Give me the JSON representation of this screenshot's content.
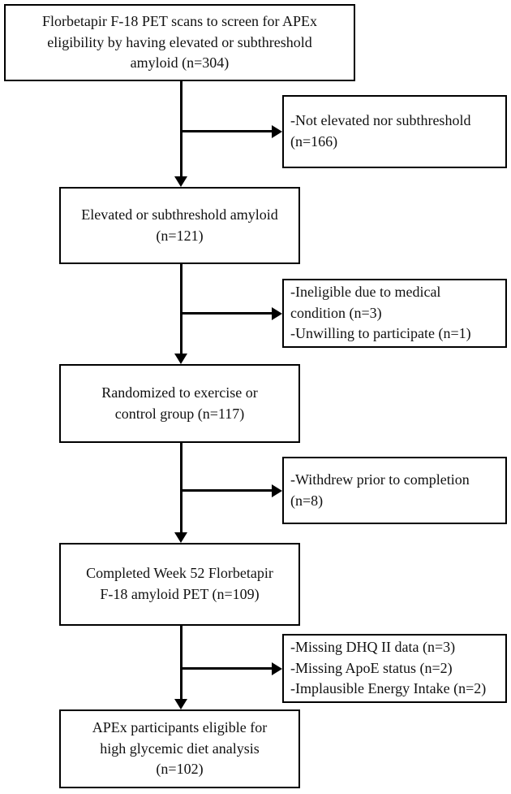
{
  "diagram": {
    "type": "flowchart",
    "ink_color": "#000000",
    "background_color": "#ffffff",
    "nodes": {
      "screening": {
        "n": 304,
        "lines": [
          "Florbetapir F-18 PET scans to screen for APEx",
          "eligibility by having elevated or subthreshold",
          "amyloid (n=304)"
        ]
      },
      "excl_not_elevated": {
        "n": 166,
        "lines": [
          "-Not elevated nor subthreshold",
          "(n=166)"
        ]
      },
      "elevated": {
        "n": 121,
        "lines": [
          "Elevated or subthreshold amyloid",
          "(n=121)"
        ]
      },
      "excl_ineligible": {
        "lines": [
          "-Ineligible due to medical",
          "condition (n=3)",
          "-Unwilling to participate (n=1)"
        ]
      },
      "randomized": {
        "n": 117,
        "lines": [
          "Randomized to exercise or",
          "control group (n=117)"
        ]
      },
      "excl_withdrew": {
        "n": 8,
        "lines": [
          "-Withdrew prior to completion",
          "(n=8)"
        ]
      },
      "completed": {
        "n": 109,
        "lines": [
          "Completed Week 52 Florbetapir",
          "F-18 amyloid PET (n=109)"
        ]
      },
      "excl_missing": {
        "lines": [
          "-Missing DHQ II data (n=3)",
          "-Missing ApoE status (n=2)",
          "-Implausible Energy Intake (n=2)"
        ]
      },
      "eligible": {
        "n": 102,
        "lines": [
          "APEx participants eligible for",
          "high glycemic diet analysis",
          "(n=102)"
        ]
      }
    },
    "edges": [
      {
        "from": "screening",
        "to": "elevated",
        "style": "arrow-down"
      },
      {
        "from": "screening",
        "to": "excl_not_elevated",
        "style": "arrow-right-branch"
      },
      {
        "from": "elevated",
        "to": "randomized",
        "style": "arrow-down"
      },
      {
        "from": "elevated",
        "to": "excl_ineligible",
        "style": "arrow-right-branch"
      },
      {
        "from": "randomized",
        "to": "completed",
        "style": "arrow-down"
      },
      {
        "from": "randomized",
        "to": "excl_withdrew",
        "style": "arrow-right-branch"
      },
      {
        "from": "completed",
        "to": "eligible",
        "style": "arrow-down"
      },
      {
        "from": "completed",
        "to": "excl_missing",
        "style": "arrow-right-branch"
      }
    ]
  }
}
